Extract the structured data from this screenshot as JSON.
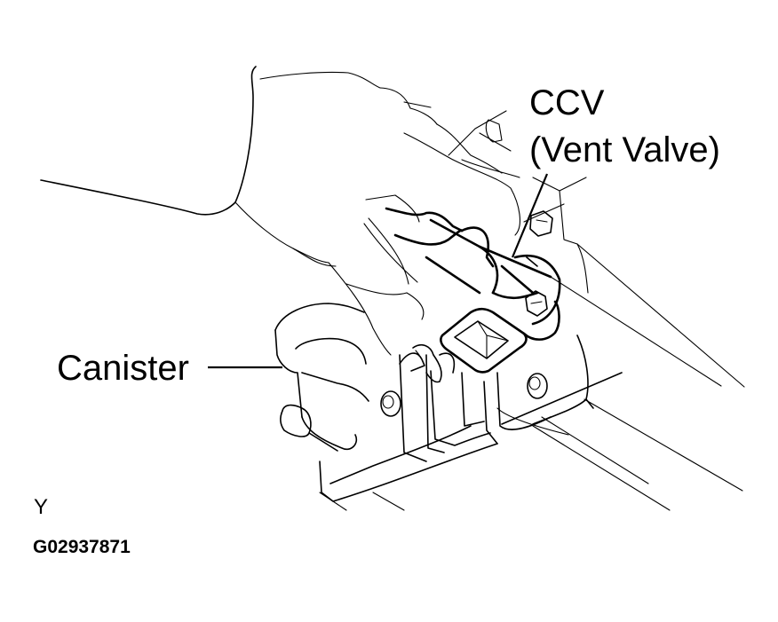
{
  "diagram": {
    "type": "technical-illustration",
    "subject": "Hand removing the canister closed valve (vent valve) from the EVAP canister",
    "labels": {
      "ccv_line1": "CCV",
      "ccv_line2": "(Vent Valve)",
      "canister": "Canister",
      "view_marker": "Y",
      "figure_code": "G02937871"
    },
    "colors": {
      "line": "#000000",
      "background": "#ffffff"
    }
  }
}
